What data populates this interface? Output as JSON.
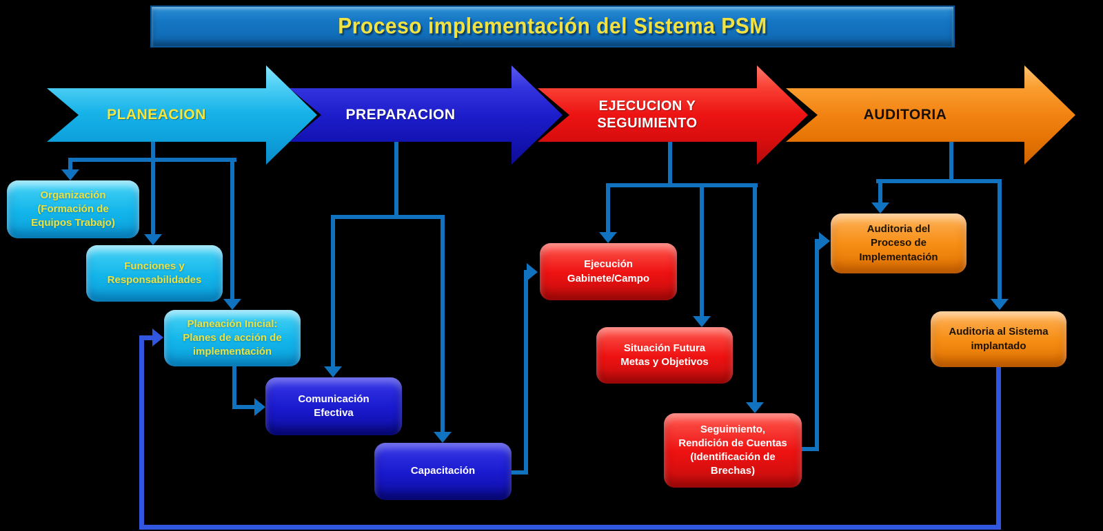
{
  "title": "Proceso implementación del Sistema PSM",
  "stages": {
    "planeacion": {
      "label": "PLANEACION"
    },
    "preparacion": {
      "label": "PREPARACION"
    },
    "ejecucion": {
      "label": "EJECUCION Y\nSEGUIMIENTO"
    },
    "auditoria": {
      "label": "AUDITORIA"
    }
  },
  "boxes": {
    "organizacion": {
      "label": "Organización\n(Formación de\nEquipos Trabajo)"
    },
    "funciones": {
      "label": "Funciones y\nResponsabilidades"
    },
    "planeacion_inicial": {
      "label": "Planeación Inicial:\nPlanes de acción de\nimplementación"
    },
    "comunicacion": {
      "label": "Comunicación\nEfectiva"
    },
    "capacitacion": {
      "label": "Capacitación"
    },
    "ejecucion_gabinete": {
      "label": "Ejecución\nGabinete/Campo"
    },
    "situacion_futura": {
      "label": "Situación Futura\nMetas y Objetivos"
    },
    "seguimiento": {
      "label": "Seguimiento,\nRendición de Cuentas\n(Identificación de\nBrechas)"
    },
    "auditoria_proceso": {
      "label": "Auditoria del\nProceso de\nImplementación"
    },
    "auditoria_sistema": {
      "label": "Auditoria al Sistema\nimplantado"
    }
  },
  "colors": {
    "background": "#000000",
    "title_bar": "#1577C4",
    "title_text": "#F2E143",
    "stage_planeacion": "#17B2E8",
    "stage_preparacion": "#1D1DCB",
    "stage_ejecucion": "#EC1313",
    "stage_auditoria": "#F28312",
    "box_cyan": "#12B5EA",
    "box_blue": "#1A1ACF",
    "box_red": "#EE1212",
    "box_orange": "#F68D14",
    "box_text_yellow": "#EFE23B",
    "connector": "#1173BF",
    "feedback_loop": "#3157E0"
  }
}
